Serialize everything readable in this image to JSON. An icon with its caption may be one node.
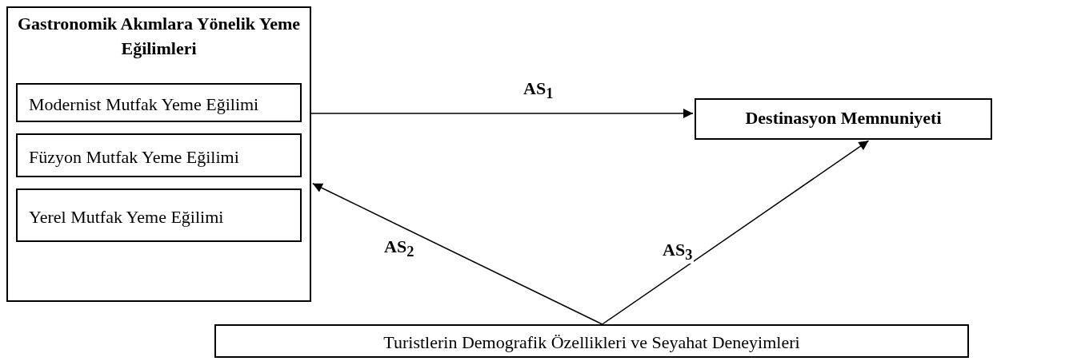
{
  "diagram": {
    "nodes": [
      {
        "text": [
          "Gastronomik Akımlara Yönelik Yeme Eğilimleri"
        ]
      },
      {
        "text": [
          "Modernist Mutfak Yeme Eğilimi"
        ],
        "in": 0
      },
      {
        "text": [
          "Füzyon Mutfak Yeme Eğilimi"
        ],
        "in": 0
      },
      {
        "text": [
          "Yerel Mutfak Yeme Eğilimi"
        ],
        "in": 0
      },
      {
        "text": [
          "Destinasyon Memnuniyeti"
        ]
      },
      {
        "text": [
          "Turistlerin Demografik Özellikleri ve Seyahat Deneyimleri"
        ]
      }
    ],
    "edges": [
      {
        "from": 0,
        "to": 4,
        "arrow": "to",
        "label": "AS$_{1}$"
      },
      {
        "from": 5,
        "to": 0,
        "arrow": "to",
        "label": "AS$_{2}$"
      },
      {
        "from": 5,
        "to": 4,
        "arrow": "to",
        "label": "AS$_{3}$"
      }
    ]
  }
}
